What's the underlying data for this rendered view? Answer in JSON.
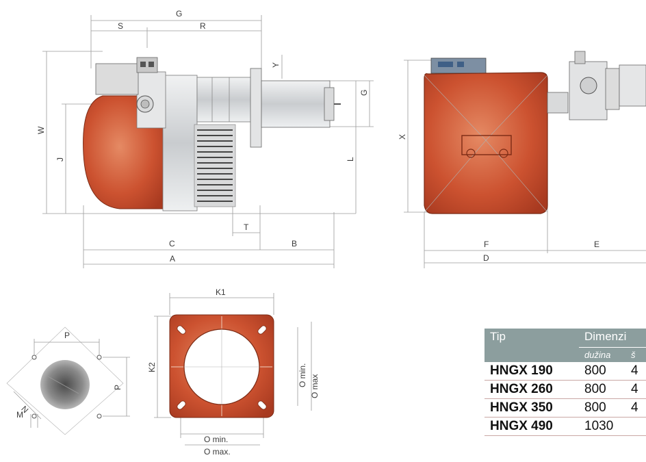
{
  "side_view": {
    "labels": {
      "G_top": "G",
      "S": "S",
      "R": "R",
      "Y": "Y",
      "G_right": "G",
      "W": "W",
      "J": "J",
      "L": "L",
      "T": "T",
      "C": "C",
      "B": "B",
      "A": "A"
    }
  },
  "front_view": {
    "labels": {
      "X": "X",
      "F": "F",
      "E": "E",
      "D": "D"
    }
  },
  "flange_drawing": {
    "labels": {
      "P_top": "P",
      "P_right": "P",
      "N": "N",
      "M": "M"
    }
  },
  "plate_drawing": {
    "labels": {
      "K1": "K1",
      "K2": "K2",
      "O_min_v": "O min.",
      "O_max_v": "O max",
      "O_min_h": "O min.",
      "O_max_h": "O max."
    }
  },
  "dimension_table": {
    "col_tip": "Tip",
    "col_dimensions": "Dimenzi",
    "sub_length": "dužina",
    "sub_next": "š",
    "rows": [
      {
        "tip": "HNGX 190",
        "length": "800",
        "next": "4"
      },
      {
        "tip": "HNGX 260",
        "length": "800",
        "next": "4"
      },
      {
        "tip": "HNGX 350",
        "length": "800",
        "next": "4"
      },
      {
        "tip": "HNGX 490",
        "length": "1030",
        "next": ""
      }
    ]
  },
  "colors": {
    "housing_red": "#c24a2c",
    "housing_light": "#e07a52",
    "metal_grey": "#cfd2d4",
    "table_header": "#8c9e9e",
    "table_rule": "#c9a7a4"
  }
}
